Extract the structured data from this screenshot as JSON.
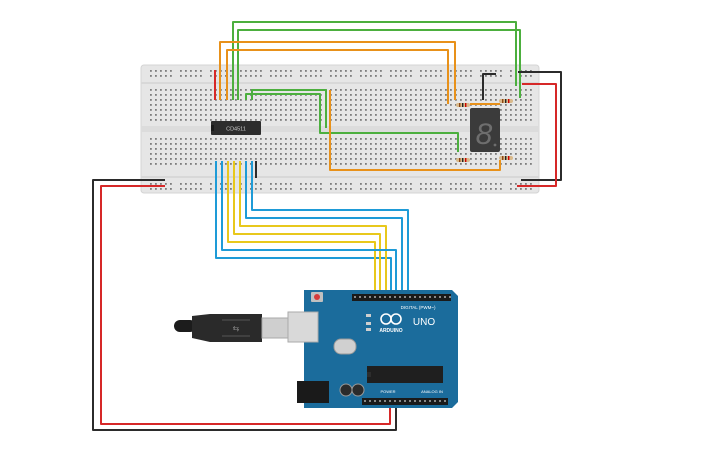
{
  "circuit": {
    "ic_label": "CD4511",
    "board_brand": "ARDUINO",
    "board_model": "UNO",
    "digital_label": "DIGITAL (PWM~)",
    "power_label": "POWER",
    "analog_label": "ANALOG IN",
    "segment_display_digit": "8",
    "colors": {
      "wire_red": "#d62828",
      "wire_black": "#2b2b2b",
      "wire_green": "#4caf3e",
      "wire_orange": "#e8911a",
      "wire_yellow": "#e8c81c",
      "wire_blue": "#1e9bd7",
      "board_blue": "#1b6c9c",
      "breadboard": "#e6e6e6"
    }
  }
}
